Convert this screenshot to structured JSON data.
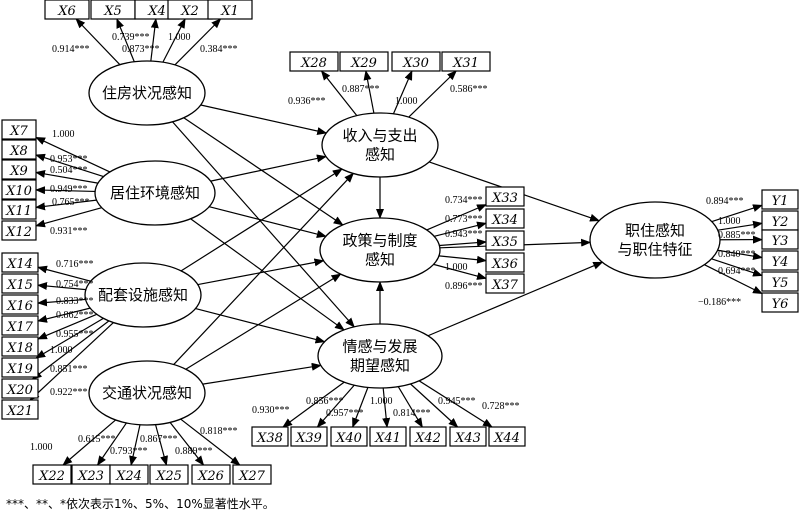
{
  "latents": {
    "housing": [
      "住房状况感知"
    ],
    "environment": [
      "居住环境感知"
    ],
    "facilities": [
      "配套设施感知"
    ],
    "transport": [
      "交通状况感知"
    ],
    "income": [
      "收入与支出",
      "感知"
    ],
    "policy": [
      "政策与制度",
      "感知"
    ],
    "emotion": [
      "情感与发展",
      "期望感知"
    ],
    "outcome": [
      "职住感知",
      "与职住特征"
    ]
  },
  "blocks": [
    {
      "latent": "housing",
      "indicators": [
        "X6",
        "X5",
        "X4",
        "X2",
        "X1"
      ],
      "loadings": [
        "0.914***",
        "0.739***",
        "0.873***",
        "1.000",
        "0.384***"
      ]
    },
    {
      "latent": "income",
      "indicators": [
        "X28",
        "X29",
        "X30",
        "X31"
      ],
      "loadings": [
        "0.936***",
        "0.887***",
        "1.000",
        "0.586***"
      ]
    },
    {
      "latent": "environment",
      "indicators": [
        "X7",
        "X8",
        "X9",
        "X10",
        "X11",
        "X12"
      ],
      "loadings": [
        "1.000",
        "0.953***",
        "0.504***",
        "0.949***",
        "0.765***",
        "0.931***"
      ]
    },
    {
      "latent": "policy",
      "indicators": [
        "X33",
        "X34",
        "X35",
        "X36",
        "X37"
      ],
      "loadings": [
        "0.734***",
        "0.773***",
        "0.943***",
        "1.000",
        "0.896***"
      ]
    },
    {
      "latent": "outcome",
      "indicators": [
        "Y1",
        "Y2",
        "Y3",
        "Y4",
        "Y5",
        "Y6"
      ],
      "loadings": [
        "0.894***",
        "1.000",
        "0.885***",
        "0.840***",
        "0.694***",
        "−0.186***"
      ]
    },
    {
      "latent": "facilities",
      "indicators": [
        "X14",
        "X15",
        "X16",
        "X17",
        "X18",
        "X19",
        "X20",
        "X21"
      ],
      "loadings": [
        "0.716***",
        "0.754***",
        "0.833***",
        "0.862***",
        "0.955***",
        "1.000",
        "0.851***",
        "0.922***"
      ]
    },
    {
      "latent": "emotion",
      "indicators": [
        "X38",
        "X39",
        "X40",
        "X41",
        "X42",
        "X43",
        "X44"
      ],
      "loadings": [
        "0.930***",
        "0.856***",
        "0.957***",
        "1.000",
        "0.814***",
        "0.945***",
        "0.728***"
      ]
    },
    {
      "latent": "transport",
      "indicators": [
        "X22",
        "X23",
        "X24",
        "X25",
        "X26",
        "X27"
      ],
      "loadings": [
        "1.000",
        "0.615***",
        "0.793***",
        "0.867***",
        "0.889***",
        "0.818***"
      ]
    }
  ],
  "footnote": "***、**、*依次表示1%、5%、10%显著性水平。"
}
